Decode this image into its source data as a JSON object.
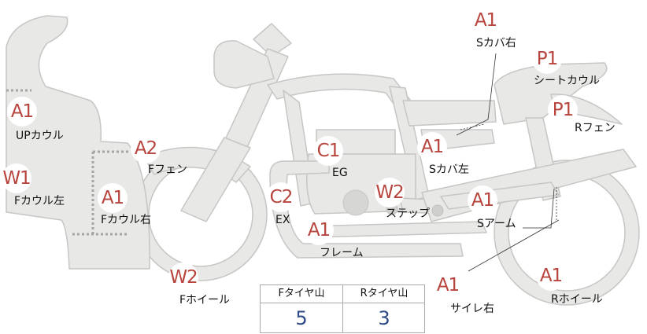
{
  "parts": {
    "upcowl": {
      "rank": "A1",
      "name": "UPカウル"
    },
    "fcowl_l": {
      "rank": "W1",
      "name": "Fカウル左"
    },
    "fcowl_r": {
      "rank": "A1",
      "name": "Fカウル右"
    },
    "ffender": {
      "rank": "A2",
      "name": "Fフェン"
    },
    "fwheel": {
      "rank": "W2",
      "name": "Fホイール"
    },
    "ex": {
      "rank": "C2",
      "name": "EX"
    },
    "eg": {
      "rank": "C1",
      "name": "EG"
    },
    "frame": {
      "rank": "A1",
      "name": "フレーム"
    },
    "step": {
      "rank": "W2",
      "name": "ステップ"
    },
    "scover_l": {
      "rank": "A1",
      "name": "Sカバ左"
    },
    "scover_r": {
      "rank": "A1",
      "name": "Sカバ右"
    },
    "seatcowl": {
      "rank": "P1",
      "name": "シートカウル"
    },
    "rfender": {
      "rank": "P1",
      "name": "Rフェン"
    },
    "sarm": {
      "rank": "A1",
      "name": "Sアーム"
    },
    "silencer": {
      "rank": "A1",
      "name": "サイレ右"
    },
    "rwheel": {
      "rank": "A1",
      "name": "Rホイール"
    }
  },
  "tread": {
    "front_header": "Fタイヤ山",
    "rear_header": "Rタイヤ山",
    "front_value": "5",
    "rear_value": "3"
  },
  "colors": {
    "part_fill": "#e8e8e6",
    "part_stroke": "#c6c6c4",
    "rank_text": "#b8443e",
    "value_text": "#2d4a86"
  }
}
